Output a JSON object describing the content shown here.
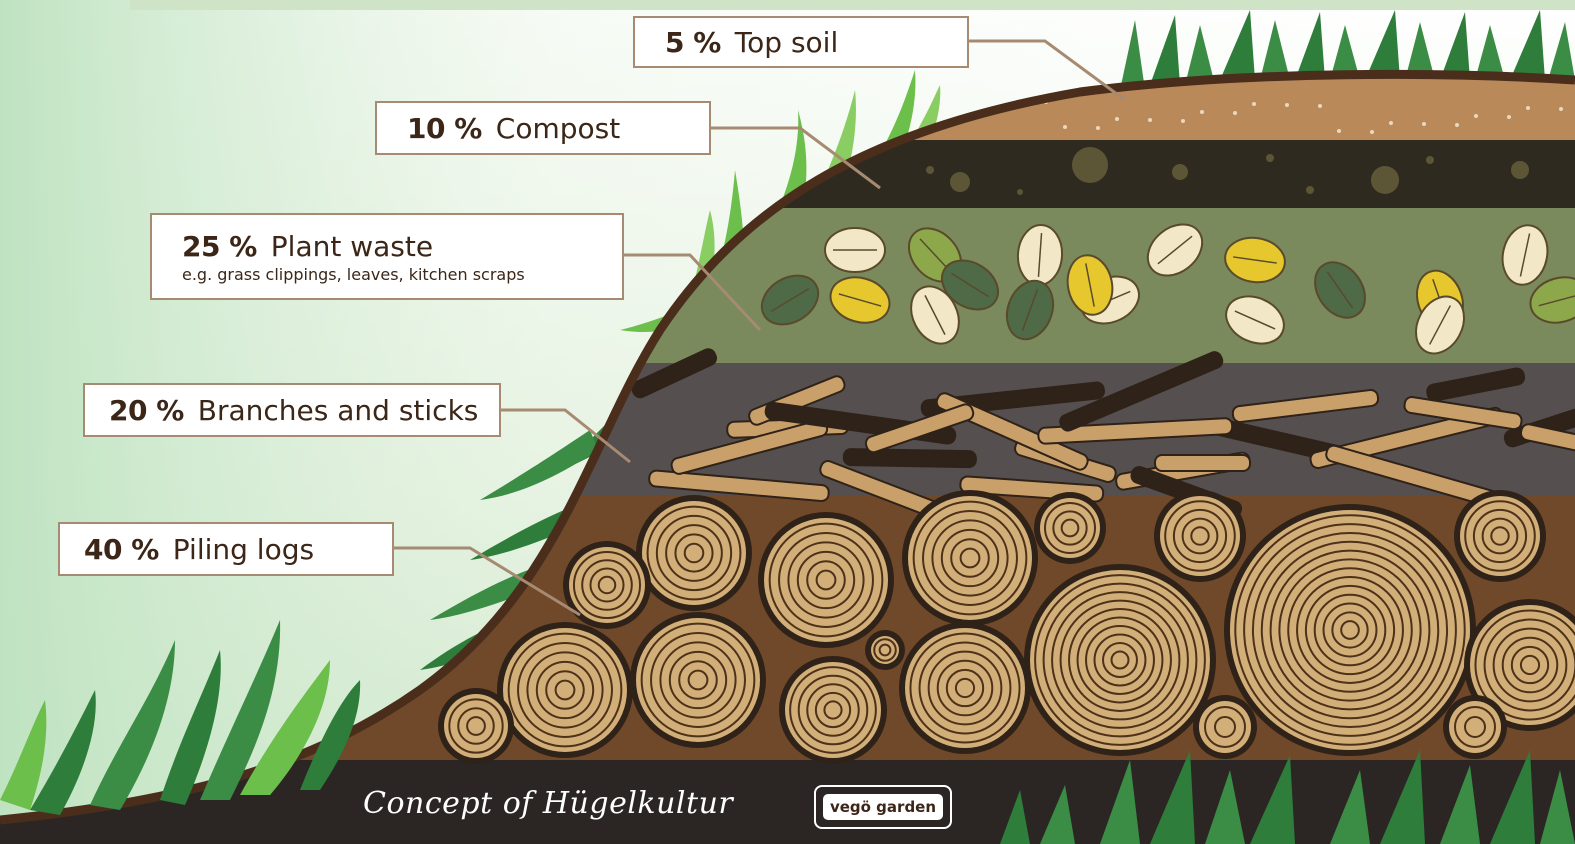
{
  "layers": [
    {
      "percent": "5 %",
      "name": "Top soil",
      "note": ""
    },
    {
      "percent": "10 %",
      "name": "Compost",
      "note": ""
    },
    {
      "percent": "25 %",
      "name": "Plant waste",
      "note": "e.g. grass clippings, leaves, kitchen scraps"
    },
    {
      "percent": "20 %",
      "name": "Branches and sticks",
      "note": ""
    },
    {
      "percent": "40 %",
      "name": "Piling logs",
      "note": ""
    }
  ],
  "footer": {
    "title": "Concept of Hügelkultur",
    "logo_text": "vegö garden"
  },
  "colors": {
    "top_soil": "#b9895a",
    "compost": "#2e2a1f",
    "plant_waste": "#7a8a5c",
    "branches": "#55504f",
    "logs_bg": "#70492b",
    "log_fill": "#d2ae78",
    "log_ring": "#4d3219",
    "base": "#2b2624",
    "grass_dark": "#2e7d3a",
    "grass_light": "#6bbf4a",
    "label_border": "#a78a72"
  }
}
